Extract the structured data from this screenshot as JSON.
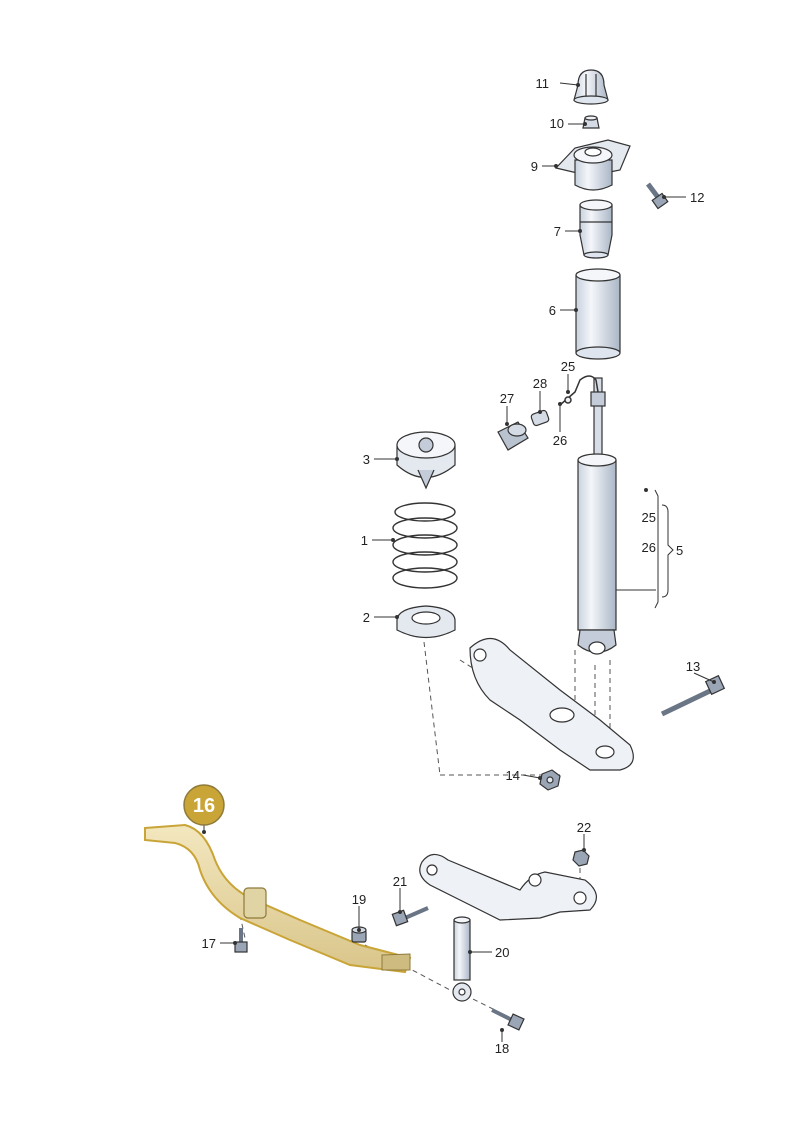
{
  "diagram": {
    "parts": [
      {
        "id": "p1",
        "number": "1",
        "name": "coil-spring"
      },
      {
        "id": "p2",
        "number": "2",
        "name": "lower-spring-seat"
      },
      {
        "id": "p3",
        "number": "3",
        "name": "upper-spring-seat"
      },
      {
        "id": "p5",
        "number": "5",
        "name": "shock-absorber"
      },
      {
        "id": "p6",
        "number": "6",
        "name": "protective-sleeve"
      },
      {
        "id": "p7",
        "number": "7",
        "name": "bump-stop"
      },
      {
        "id": "p9",
        "number": "9",
        "name": "strut-mount"
      },
      {
        "id": "p10",
        "number": "10",
        "name": "nut"
      },
      {
        "id": "p11",
        "number": "11",
        "name": "cap"
      },
      {
        "id": "p12",
        "number": "12",
        "name": "bolt"
      },
      {
        "id": "p13",
        "number": "13",
        "name": "bolt"
      },
      {
        "id": "p14",
        "number": "14",
        "name": "nut"
      },
      {
        "id": "p16",
        "number": "16",
        "name": "stabilizer-bar",
        "highlighted": true
      },
      {
        "id": "p17",
        "number": "17",
        "name": "bolt"
      },
      {
        "id": "p18",
        "number": "18",
        "name": "bolt"
      },
      {
        "id": "p19",
        "number": "19",
        "name": "nut"
      },
      {
        "id": "p20",
        "number": "20",
        "name": "coupling-rod"
      },
      {
        "id": "p21",
        "number": "21",
        "name": "bolt"
      },
      {
        "id": "p22",
        "number": "22",
        "name": "nut"
      },
      {
        "id": "p25",
        "number": "25",
        "name": "wire-bracket"
      },
      {
        "id": "p26",
        "number": "26",
        "name": "clip"
      },
      {
        "id": "p27",
        "number": "27",
        "name": "connector"
      },
      {
        "id": "p28",
        "number": "28",
        "name": "connector-pin"
      }
    ],
    "bracket_labels": {
      "a": "25",
      "b": "26",
      "group": "5"
    },
    "highlight_color": "#c9a437",
    "line_color": "#333333",
    "part_fill": "#eef1f6"
  }
}
